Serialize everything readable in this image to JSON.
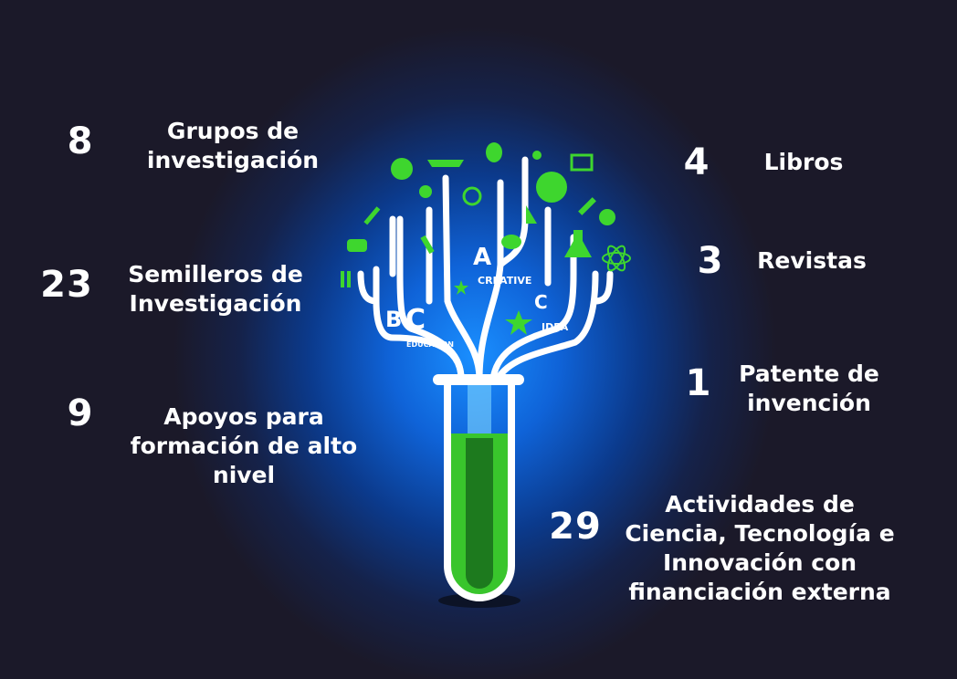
{
  "stats": [
    {
      "number": "8",
      "lines": [
        "Grupos de",
        "investigación"
      ]
    },
    {
      "number": "23",
      "lines": [
        "Semilleros de",
        "Investigación"
      ]
    },
    {
      "number": "9",
      "lines": [
        "Apoyos para",
        "formación de alto",
        "nivel"
      ]
    },
    {
      "number": "4",
      "lines": [
        "Libros"
      ]
    },
    {
      "number": "3",
      "lines": [
        "Revistas"
      ]
    },
    {
      "number": "1",
      "lines": [
        "Patente de",
        "invención"
      ]
    },
    {
      "number": "29",
      "lines": [
        "Actividades de",
        "Ciencia, Tecnología e",
        "Innovación con",
        "financiación externa"
      ]
    }
  ],
  "illustration": {
    "letter_a": "A",
    "word_a": "CREATIVE",
    "letter_b": "B",
    "letter_c_big": "C",
    "word_b": "EDUCATION",
    "letter_c": "C",
    "word_c": "IDEA"
  },
  "colors": {
    "accent_green": "#3ed62e",
    "glow_blue": "#1a8fff",
    "background": "#1b1929"
  }
}
